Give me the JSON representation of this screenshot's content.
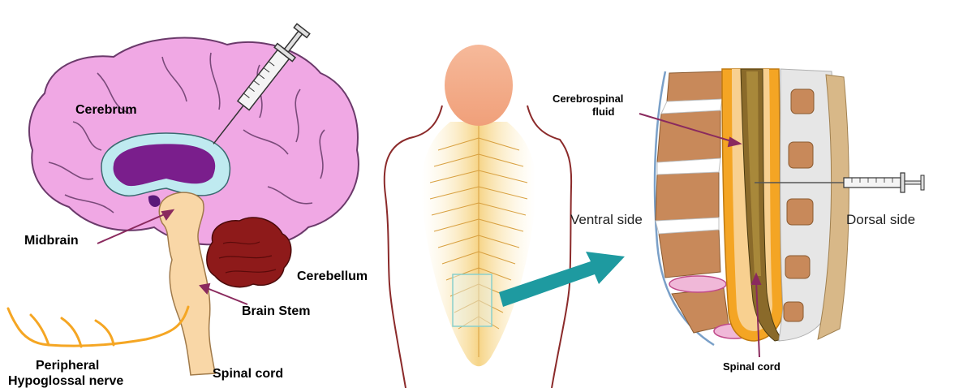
{
  "labels": {
    "cerebrum": "Cerebrum",
    "midbrain": "Midbrain",
    "cerebellum": "Cerebellum",
    "brain_stem": "Brain Stem",
    "peripheral_line1": "Peripheral",
    "peripheral_line2": "Hypoglossal nerve",
    "spinal_cord_left": "Spinal cord",
    "csf_line1": "Cerebrospinal",
    "csf_line2": "fluid",
    "ventral_side": "Ventral side",
    "dorsal_side": "Dorsal side",
    "spinal_cord_right": "Spinal cord"
  },
  "colors": {
    "cerebrum": "#f0a8e4",
    "ventricle_outer": "#bfeaf0",
    "ventricle_inner": "#7a1e8c",
    "brainstem": "#f9d7a7",
    "cerebellum": "#8e1a1a",
    "nerve": "#f5a623",
    "arrow_label": "#8a2a5e",
    "spine_big_arrow": "#1e9aa0",
    "vertebra": "#c8895a",
    "dura": "#f4a524",
    "cord": "#8a6a2a"
  },
  "icons": {
    "syringe_left": "syringe-icon",
    "syringe_right": "syringe-icon"
  }
}
